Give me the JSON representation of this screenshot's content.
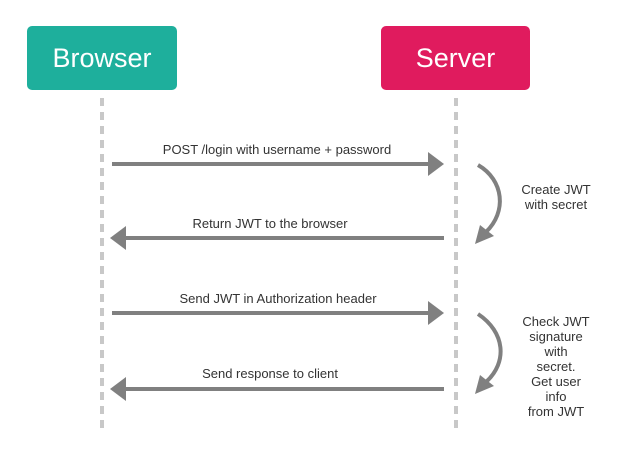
{
  "actors": {
    "browser": {
      "label": "Browser",
      "color": "#1eaf9c"
    },
    "server": {
      "label": "Server",
      "color": "#e01b5e"
    }
  },
  "messages": [
    {
      "text": "POST /login with username + password",
      "direction": "browser-to-server"
    },
    {
      "text": "Return JWT to the browser",
      "direction": "server-to-browser"
    },
    {
      "text": "Send JWT in Authorization header",
      "direction": "browser-to-server"
    },
    {
      "text": "Send response to client",
      "direction": "server-to-browser"
    }
  ],
  "server_notes": [
    {
      "text": "Create JWT\nwith secret"
    },
    {
      "text": "Check JWT\nsignature with\nsecret.\nGet user info\nfrom JWT"
    }
  ],
  "colors": {
    "arrow": "#808080",
    "lifeline": "#c8c8c8"
  }
}
